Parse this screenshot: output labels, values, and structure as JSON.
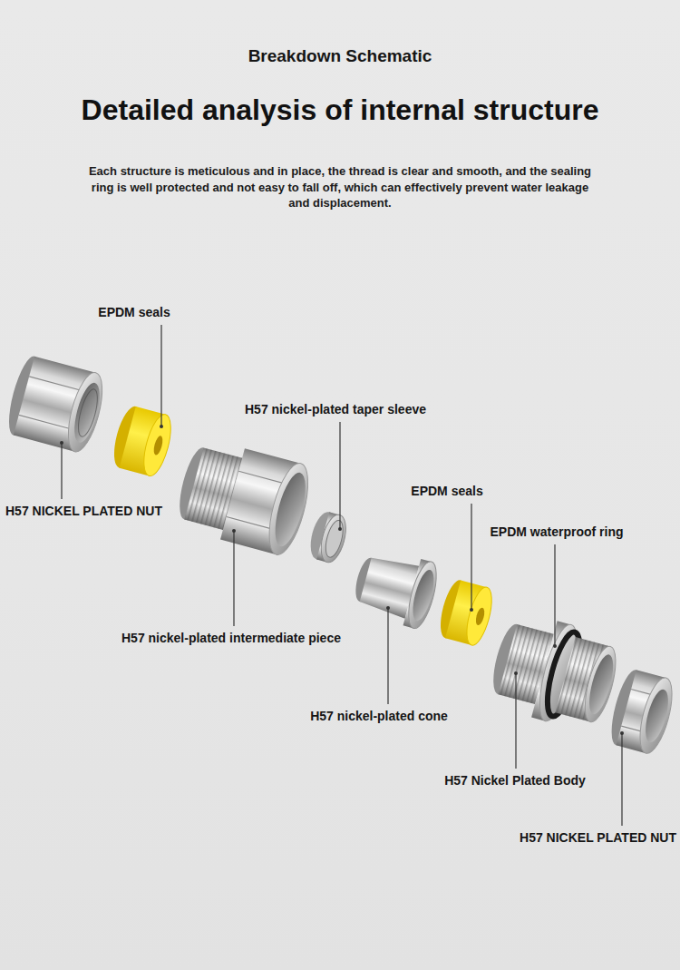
{
  "diagram": {
    "title": "Detailed analysis of internal structure",
    "caption": "Each structure is meticulous and in place, the thread is clear and smooth, and the sealing ring is well protected and not easy to fall off, which can effectively prevent water leakage and displacement.",
    "labels": [
      "Breakdown Schematic",
      "EPDM seals",
      "H57 NICKEL PLATED NUT",
      "H57 nickel-plated taper sleeve",
      "H57 nickel-plated intermediate piece",
      "EPDM seals",
      "EPDM waterproof ring",
      "H57 nickel-plated cone",
      "H57 Nickel Plated Body",
      "H57 NICKEL PLATED NUT"
    ]
  }
}
